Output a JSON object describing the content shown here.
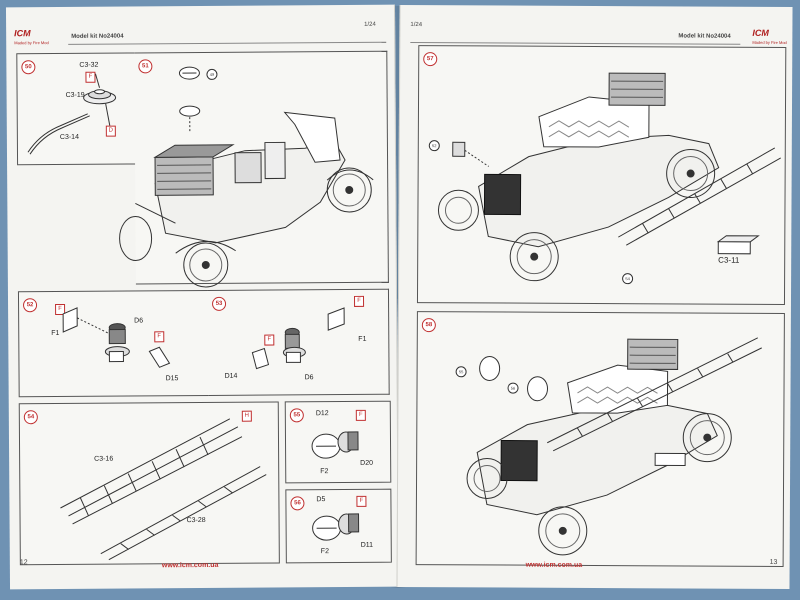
{
  "left_page": {
    "brand": "ICM",
    "tagline": "Maded by Fire Mod",
    "model_kit": "Model kit No24004",
    "scale": "1/24",
    "page_number": "12",
    "url": "www.icm.com.ua",
    "steps": [
      {
        "number": "50",
        "labels": [
          "C3-32",
          "C3-19",
          "C3-14"
        ],
        "part_boxes": [
          "F",
          "D"
        ]
      },
      {
        "number": "51",
        "callout": "49"
      },
      {
        "number": "52",
        "labels": [
          "F1",
          "D6",
          "D15"
        ],
        "part_boxes": [
          "F",
          "F"
        ]
      },
      {
        "number": "53",
        "labels": [
          "F1",
          "D14",
          "D6"
        ],
        "part_boxes": [
          "F",
          "F"
        ]
      },
      {
        "number": "54",
        "labels": [
          "C3-16",
          "C3-28"
        ],
        "part_boxes": [
          "H"
        ]
      },
      {
        "number": "55",
        "labels": [
          "D12",
          "F2",
          "D20"
        ],
        "part_boxes": [
          "F"
        ]
      },
      {
        "number": "56",
        "labels": [
          "D5",
          "F2",
          "D11"
        ],
        "part_boxes": [
          "F"
        ]
      }
    ]
  },
  "right_page": {
    "brand": "ICM",
    "tagline": "Maded by Fire Mod",
    "model_kit": "Model kit No24004",
    "scale": "1/24",
    "page_number": "13",
    "url": "www.icm.com.ua",
    "steps": [
      {
        "number": "57",
        "labels": [
          "C3-11"
        ],
        "callouts": [
          "52",
          "54"
        ]
      },
      {
        "number": "58",
        "callouts": [
          "55",
          "56"
        ]
      }
    ]
  },
  "colors": {
    "accent": "#c03030",
    "background": "#6f92b3",
    "paper": "#f4f4f1"
  }
}
